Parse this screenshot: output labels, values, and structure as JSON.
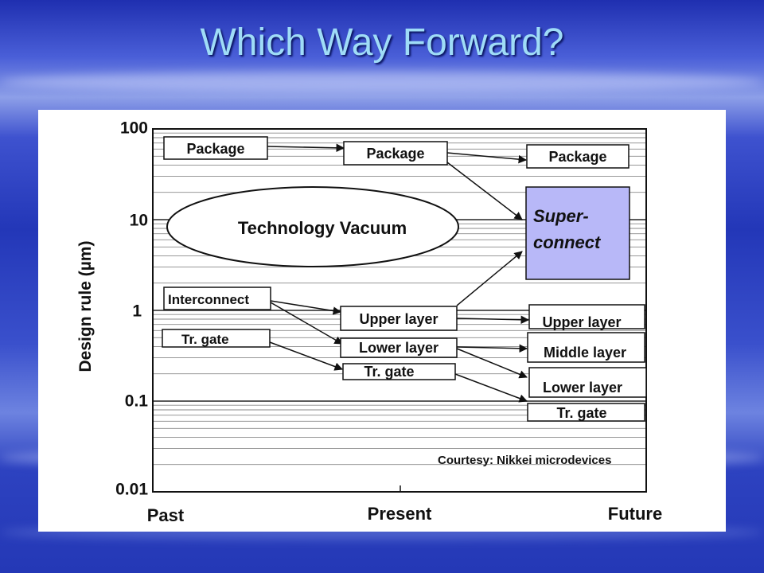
{
  "slide": {
    "title": "Which Way Forward?"
  },
  "y_axis": {
    "label": "Design rule (µm)",
    "ticks": [
      "100",
      "10",
      "1",
      "0.1",
      "0.01"
    ]
  },
  "x_axis": {
    "ticks": [
      "Past",
      "Present",
      "Future"
    ]
  },
  "boxes": {
    "package_past": "Package",
    "package_present": "Package",
    "package_future": "Package",
    "super_connect_line1": "Super-",
    "super_connect_line2": "connect",
    "interconnect": "Interconnect",
    "tr_gate_past": "Tr. gate",
    "upper_layer_present": "Upper layer",
    "lower_layer_present": "Lower layer",
    "tr_gate_present": "Tr. gate",
    "upper_layer_future": "Upper layer",
    "middle_layer_future": "Middle layer",
    "lower_layer_future": "Lower layer",
    "tr_gate_future": "Tr. gate"
  },
  "ellipse": {
    "label": "Technology Vacuum"
  },
  "credit": "Courtesy: Nikkei microdevices",
  "colors": {
    "super_connect_fill": "#b8b8f8",
    "title": "#9fdcf7"
  }
}
